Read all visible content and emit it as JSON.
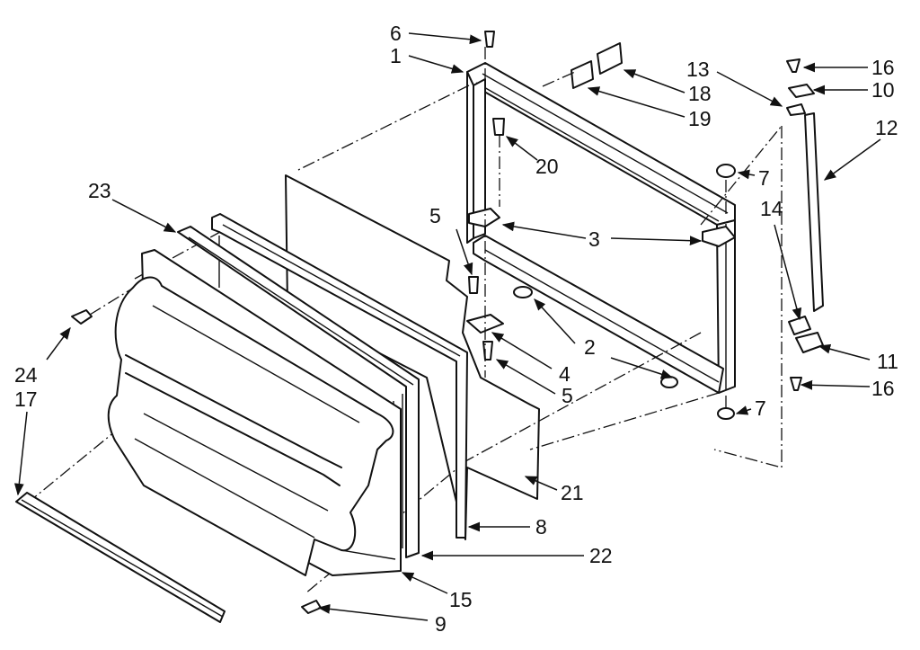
{
  "callouts": {
    "c1": "1",
    "c2": "2",
    "c3": "3",
    "c4": "4",
    "c5a": "5",
    "c5b": "5",
    "c6": "6",
    "c7a": "7",
    "c7b": "7",
    "c8": "8",
    "c9": "9",
    "c10": "10",
    "c11": "11",
    "c12": "12",
    "c13": "13",
    "c14": "14",
    "c15": "15",
    "c16a": "16",
    "c16b": "16",
    "c17": "17",
    "c18": "18",
    "c19": "19",
    "c20": "20",
    "c21": "21",
    "c22": "22",
    "c23": "23",
    "c24": "24"
  }
}
